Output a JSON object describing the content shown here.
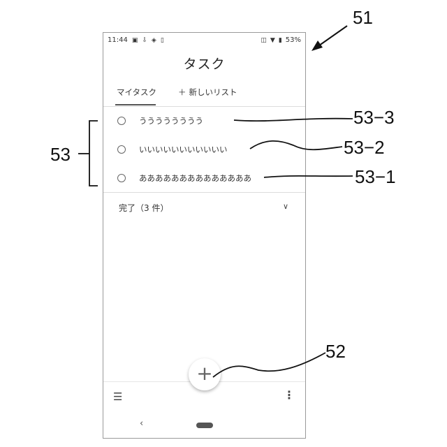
{
  "status_bar": {
    "time": "11:44",
    "left_icons": [
      "sim-icon",
      "download-icon",
      "alert-icon",
      "battery-saver-icon"
    ],
    "right_icons": [
      "vibrate-icon",
      "wifi-icon",
      "battery-icon"
    ],
    "battery": "53%"
  },
  "app": {
    "title": "タスク"
  },
  "tabs": [
    {
      "label": "マイタスク",
      "active": true
    },
    {
      "label": "新しいリスト",
      "icon": "plus-icon"
    }
  ],
  "tasks": [
    {
      "label": "うううううううう"
    },
    {
      "label": "いいいいいいいいいいい"
    },
    {
      "label": "ああああああああああああああ"
    }
  ],
  "completed": {
    "label": "完了（3 件）",
    "icon": "chevron-down-icon"
  },
  "bottom_bar": {
    "left_icon": "menu-icon",
    "right_icon": "more-vert-icon",
    "fab_icon": "plus-icon"
  },
  "nav_bar": {
    "back_icon": "back-icon",
    "home_icon": "home-pill-icon"
  },
  "annotations": {
    "phone": "51",
    "fab": "52",
    "task_group": "53",
    "task_3": "53−3",
    "task_2": "53−2",
    "task_1": "53−1"
  }
}
